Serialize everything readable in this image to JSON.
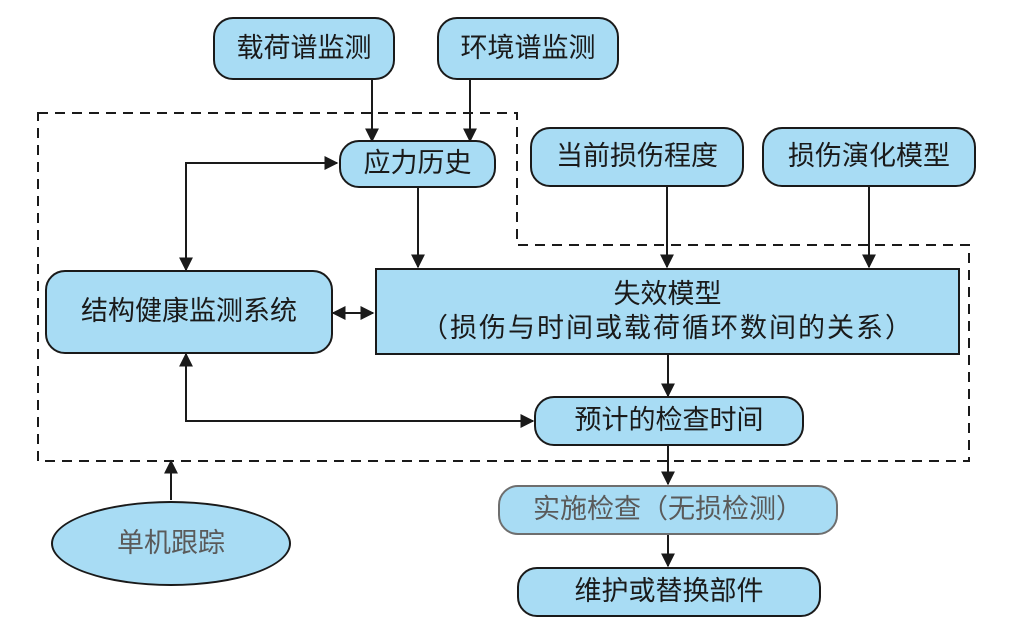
{
  "colors": {
    "node_fill": "#a8dcf4",
    "outline": "#1a1a1a",
    "faded_text": "#5a5a5a"
  },
  "nodes": {
    "load_spectrum": "载荷谱监测",
    "env_spectrum": "环境谱监测",
    "stress_history": "应力历史",
    "current_damage": "当前损伤程度",
    "damage_evolution": "损伤演化模型",
    "shm_system": "结构健康监测系统",
    "failure_model_title": "失效模型",
    "failure_model_subtitle": "（损伤与时间或载荷循环数间的关系）",
    "inspection_time": "预计的检查时间",
    "ndt_inspection": "实施检查（无损检测）",
    "maintenance": "维护或替换部件",
    "single_tracking": "单机跟踪"
  }
}
